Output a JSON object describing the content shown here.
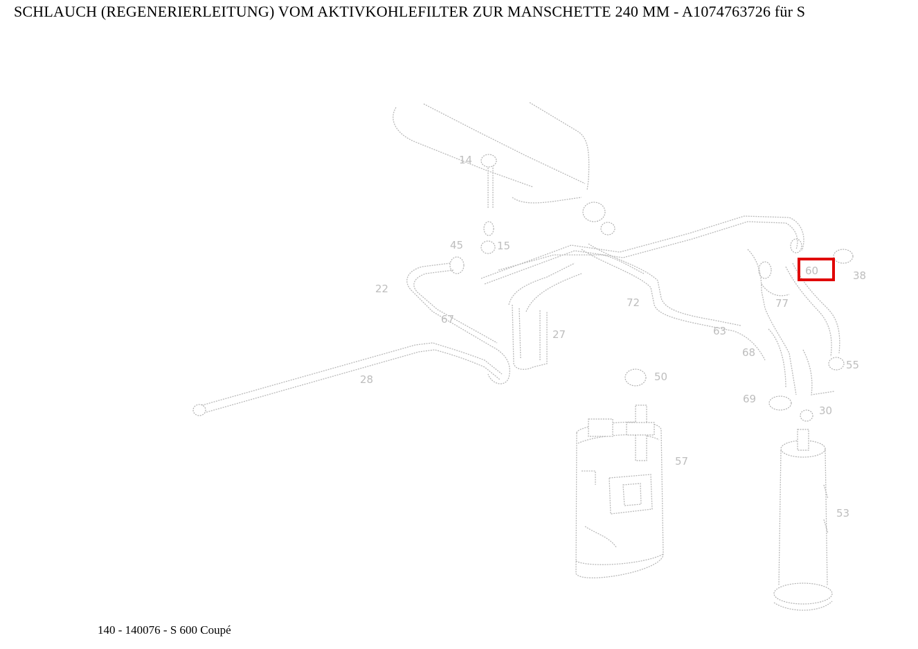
{
  "header": {
    "title": "SCHLAUCH (REGENERIERLEITUNG) VOM AKTIVKOHLEFILTER ZUR MANSCHETTE 240 MM - A1074763726 für S"
  },
  "footer": {
    "caption": "140 - 140076 - S 600 Coupé"
  },
  "diagram": {
    "callouts": [
      "14",
      "15",
      "22",
      "27",
      "28",
      "30",
      "38",
      "45",
      "50",
      "53",
      "55",
      "57",
      "60",
      "63",
      "67",
      "68",
      "69",
      "72",
      "77"
    ],
    "highlight_color": "#e00000",
    "line_color": "#b8b8b8"
  }
}
